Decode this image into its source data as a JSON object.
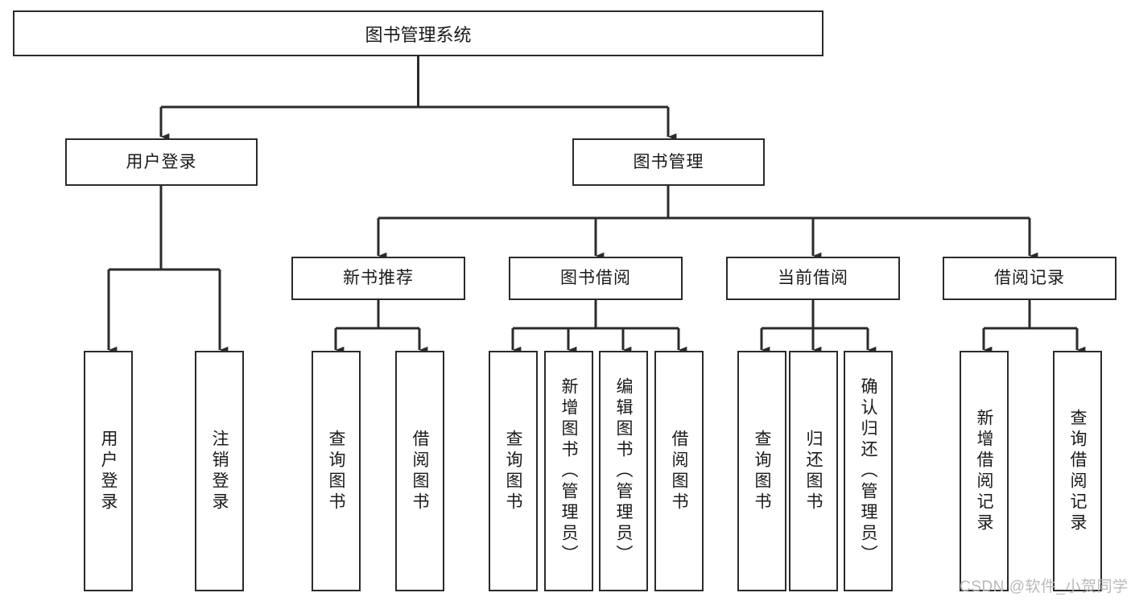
{
  "diagram": {
    "title": "图书管理系统",
    "type": "hierarchy-tree",
    "root": {
      "id": "root",
      "label": "图书管理系统",
      "name": "node-library-management-system"
    },
    "level2": [
      {
        "id": "user-login",
        "label": "用户登录",
        "name": "node-user-login"
      },
      {
        "id": "book-management",
        "label": "图书管理",
        "name": "node-book-management"
      }
    ],
    "level3": [
      {
        "id": "new-book-recommend",
        "label": "新书推荐",
        "name": "node-new-book-recommend"
      },
      {
        "id": "book-borrow",
        "label": "图书借阅",
        "name": "node-book-borrow"
      },
      {
        "id": "current-borrow",
        "label": "当前借阅",
        "name": "node-current-borrow"
      },
      {
        "id": "borrow-record",
        "label": "借阅记录",
        "name": "node-borrow-record"
      }
    ],
    "leaves": {
      "user_login": [
        {
          "id": "leaf-user-login",
          "label": "用户登录",
          "name": "leaf-user-login"
        },
        {
          "id": "leaf-logout",
          "label": "注销登录",
          "name": "leaf-logout"
        }
      ],
      "new_book_recommend": [
        {
          "id": "leaf-query-book-1",
          "label": "查询图书",
          "name": "leaf-query-book-recommend"
        },
        {
          "id": "leaf-borrow-book-1",
          "label": "借阅图书",
          "name": "leaf-borrow-book-recommend"
        }
      ],
      "book_borrow": [
        {
          "id": "leaf-query-book-2",
          "label": "查询图书",
          "name": "leaf-query-book-borrow"
        },
        {
          "id": "leaf-add-book",
          "label": "新增图书（管理员）",
          "name": "leaf-add-book-admin"
        },
        {
          "id": "leaf-edit-book",
          "label": "编辑图书（管理员）",
          "name": "leaf-edit-book-admin"
        },
        {
          "id": "leaf-borrow-book-2",
          "label": "借阅图书",
          "name": "leaf-borrow-book"
        }
      ],
      "current_borrow": [
        {
          "id": "leaf-query-book-3",
          "label": "查询图书",
          "name": "leaf-query-book-current"
        },
        {
          "id": "leaf-return-book",
          "label": "归还图书",
          "name": "leaf-return-book"
        },
        {
          "id": "leaf-confirm-return",
          "label": "确认归还（管理员）",
          "name": "leaf-confirm-return-admin"
        }
      ],
      "borrow_record": [
        {
          "id": "leaf-add-record",
          "label": "新增借阅记录",
          "name": "leaf-add-borrow-record"
        },
        {
          "id": "leaf-query-record",
          "label": "查询借阅记录",
          "name": "leaf-query-borrow-record"
        }
      ]
    }
  },
  "watermark": {
    "text": "CSDN @软件_小贺同学"
  },
  "colors": {
    "stroke": "#2b2b2b",
    "fill": "#ffffff",
    "text": "#1a1a1a",
    "watermark": "#b9b9b9"
  }
}
